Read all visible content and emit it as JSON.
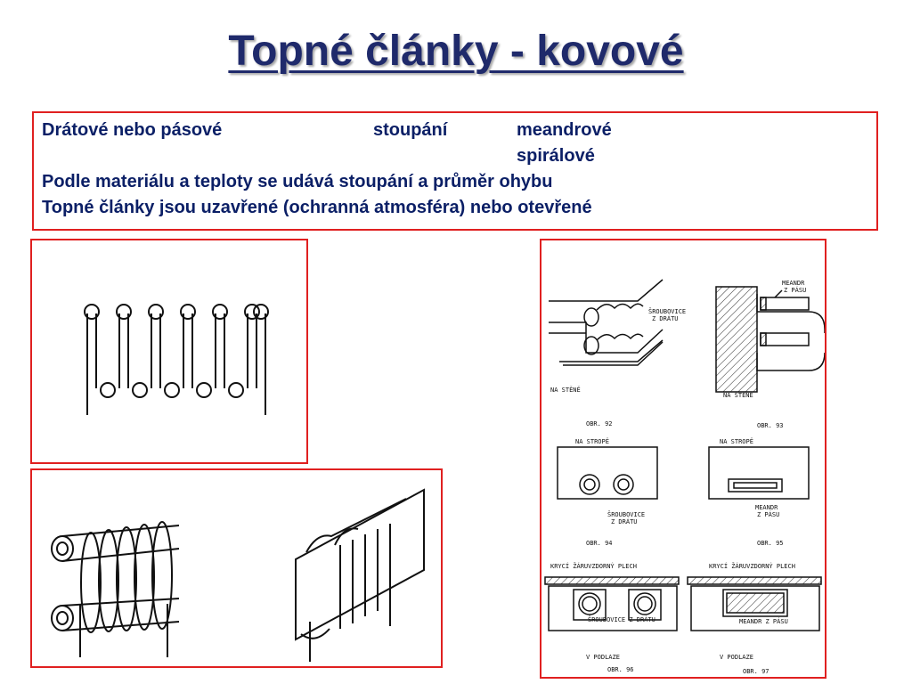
{
  "slide": {
    "title": "Topné články - kovové",
    "accent": "#e02020",
    "text_color": "#0b1f66",
    "lines": [
      {
        "col1": "Drátové nebo pásové",
        "col2": "stoupání",
        "col3": "meandrové"
      },
      {
        "col1": "",
        "col2": "",
        "col3": "spirálové"
      },
      {
        "col1": "Podle materiálu a teploty se udává stoupání a průměr ohybu",
        "col2": "",
        "col3": ""
      },
      {
        "col1": "Topné články jsou uzavřené (ochranná atmosféra) nebo otevřené",
        "col2": "",
        "col3": ""
      }
    ]
  },
  "diagram": {
    "wall_left_label": "NA STĚNĚ",
    "wall_right_label": "NA STĚNĚ",
    "spiral_wire_label_1": "ŠROUBOVICE",
    "spiral_wire_label_2": "Z DRÁTU",
    "meander_strip_label_1": "MEANDR",
    "meander_strip_label_2": "Z PÁSU",
    "fig92": "OBR. 92",
    "fig93": "OBR. 93",
    "ceiling_left_label": "NA STROPĚ",
    "ceiling_right_label": "NA STROPĚ",
    "ceiling_spiral_label_1": "ŠROUBOVICE",
    "ceiling_spiral_label_2": "Z DRÁTU",
    "ceiling_meander_label_1": "MEANDR",
    "ceiling_meander_label_2": "Z PÁSU",
    "fig94": "OBR. 94",
    "fig95": "OBR. 95",
    "cover_left_label": "KRYCÍ ŽÁRUVZDORNÝ PLECH",
    "cover_right_label": "KRYCÍ ŽÁRUVZDORNÝ PLECH",
    "floor_spiral_label": "ŠROUBOVICE Z DRÁTU",
    "floor_meander_label": "MEANDR Z PÁSU",
    "floor_left_label": "V PODLAZE",
    "floor_right_label": "V PODLAZE",
    "fig96": "OBR. 96",
    "fig97": "OBR. 97"
  }
}
